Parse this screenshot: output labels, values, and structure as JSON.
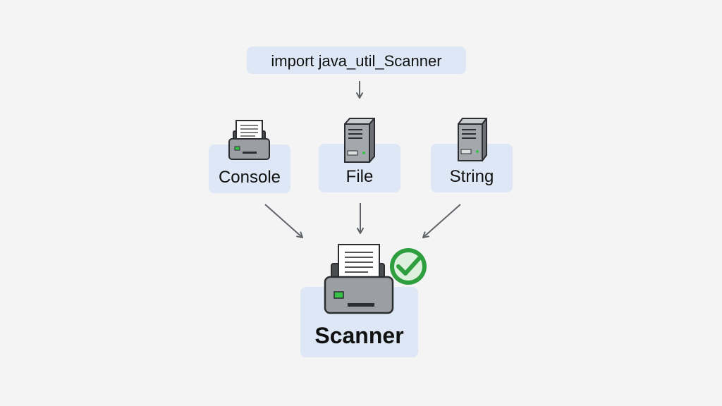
{
  "import_statement": "import java_util_Scanner",
  "sources": [
    {
      "label": "Console",
      "icon": "printer-icon"
    },
    {
      "label": "File",
      "icon": "server-icon"
    },
    {
      "label": "String",
      "icon": "server-icon"
    }
  ],
  "target": {
    "label": "Scanner",
    "icon": "scanner-printer-icon",
    "status_icon": "checkmark-icon"
  },
  "colors": {
    "box_fill": "#dde7f5",
    "arrow": "#5f6368",
    "check_green": "#2e9e3e",
    "led_green": "#37c248"
  }
}
